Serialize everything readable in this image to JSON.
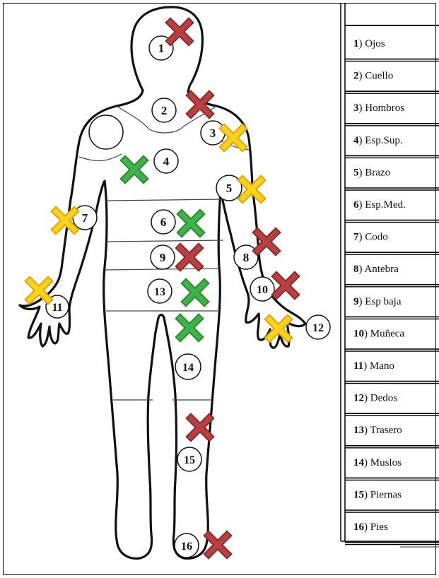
{
  "colors": {
    "severe": "#b84040",
    "severe_edge": "#8a2a2a",
    "moderate": "#ffd21f",
    "moderate_edge": "#e8a200",
    "mild": "#3fb34a",
    "mild_edge": "#2a8a32",
    "outline": "#111111"
  },
  "body_labels": [
    "1",
    "2",
    "3",
    "4",
    "5",
    "6",
    "7",
    "8",
    "9",
    "10",
    "11",
    "12",
    "13",
    "14",
    "15",
    "16"
  ],
  "legend_rows": [
    {
      "num": "1",
      "text": "Ojos"
    },
    {
      "num": "2",
      "text": "Cuello"
    },
    {
      "num": "3",
      "text": "Hombros"
    },
    {
      "num": "4",
      "text": "Esp.Sup."
    },
    {
      "num": "5",
      "text": "Brazo"
    },
    {
      "num": "6",
      "text": "Esp.Med."
    },
    {
      "num": "7",
      "text": "Codo"
    },
    {
      "num": "8",
      "text": "Antebra"
    },
    {
      "num": "9",
      "text": "Esp baja"
    },
    {
      "num": "10",
      "text": "Muñeca"
    },
    {
      "num": "11",
      "text": "Mano"
    },
    {
      "num": "12",
      "text": "Dedos"
    },
    {
      "num": "13",
      "text": "Trasero"
    },
    {
      "num": "14",
      "text": "Muslos"
    },
    {
      "num": "15",
      "text": "Piernas"
    },
    {
      "num": "16",
      "text": "Pies"
    }
  ],
  "marks": [
    {
      "region": "1",
      "level": "severe"
    },
    {
      "region": "2",
      "level": "severe"
    },
    {
      "region": "3",
      "level": "moderate"
    },
    {
      "region": "4",
      "level": "mild"
    },
    {
      "region": "5",
      "level": "moderate"
    },
    {
      "region": "6",
      "level": "mild"
    },
    {
      "region": "7",
      "level": "moderate"
    },
    {
      "region": "8",
      "level": "severe"
    },
    {
      "region": "9",
      "level": "severe"
    },
    {
      "region": "10",
      "level": "severe"
    },
    {
      "region": "11",
      "level": "moderate"
    },
    {
      "region": "12",
      "level": "moderate"
    },
    {
      "region": "13",
      "level": "mild"
    },
    {
      "region": "14",
      "level": "mild"
    },
    {
      "region": "15",
      "level": "severe"
    },
    {
      "region": "16",
      "level": "severe"
    }
  ]
}
